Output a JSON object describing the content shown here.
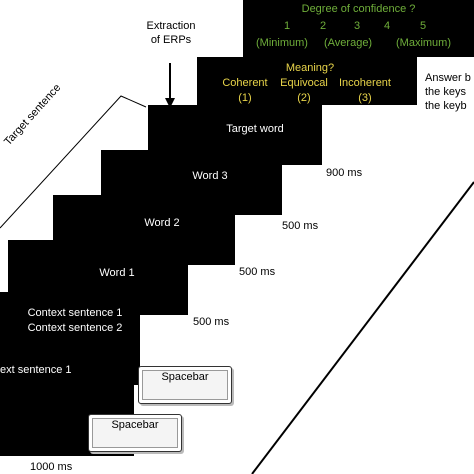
{
  "extraction_label": [
    "Extraction",
    "of ERPs"
  ],
  "target_sentence_label": "Target sentence",
  "confidence": {
    "title": "Degree of confidence ?",
    "numbers": [
      "1",
      "2",
      "3",
      "4",
      "5"
    ],
    "anchors": [
      "(Minimum)",
      "(Average)",
      "(Maximum)"
    ]
  },
  "meaning": {
    "title": "Meaning?",
    "options": [
      "Coherent",
      "Equivocal",
      "Incoherent"
    ],
    "codes": [
      "(1)",
      "(2)",
      "(3)"
    ]
  },
  "answer_note": [
    "Answer b",
    "the keys",
    "the keyb"
  ],
  "screens": {
    "target_word": "Target word",
    "word3": "Word 3",
    "word2": "Word 2",
    "word1": "Word 1",
    "context1": "Context sentence 1",
    "context2": "Context sentence 2",
    "context1_partial": "ext sentence 1"
  },
  "durations": {
    "target": "900 ms",
    "word3": "500 ms",
    "word2": "500 ms",
    "word1": "500 ms",
    "context": "1000 ms"
  },
  "keys": [
    "Spacebar",
    "Spacebar"
  ],
  "colors": {
    "screen": "#000000",
    "confidence_text": "#6fae3a",
    "meaning_text": "#e8d44a",
    "plain_text": "#ffffff"
  }
}
